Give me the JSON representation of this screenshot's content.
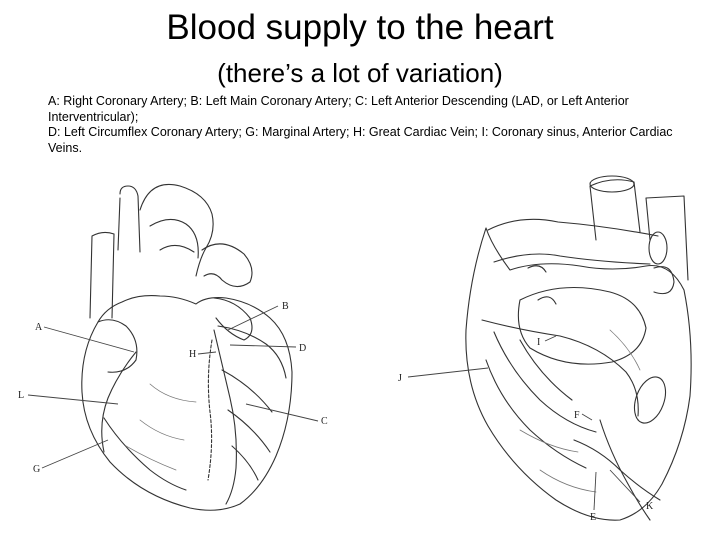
{
  "slide": {
    "title": "Blood supply to the heart",
    "subtitle": "(there’s a lot of variation)",
    "legend_lines": [
      "A: Right Coronary Artery; B: Left Main Coronary Artery; C: Left Anterior Descending (LAD, or Left Anterior Interventricular);",
      "D: Left Circumflex Coronary Artery; G: Marginal Artery; H: Great Cardiac Vein; I: Coronary sinus, Anterior Cardiac Veins."
    ]
  },
  "anterior_view": {
    "labels": {
      "a": "A",
      "b": "B",
      "c": "C",
      "d": "D",
      "g": "G",
      "h": "H",
      "l": "L"
    }
  },
  "posterior_view": {
    "labels": {
      "j": "J",
      "i": "I",
      "f": "F",
      "k": "K",
      "e": "E"
    }
  }
}
